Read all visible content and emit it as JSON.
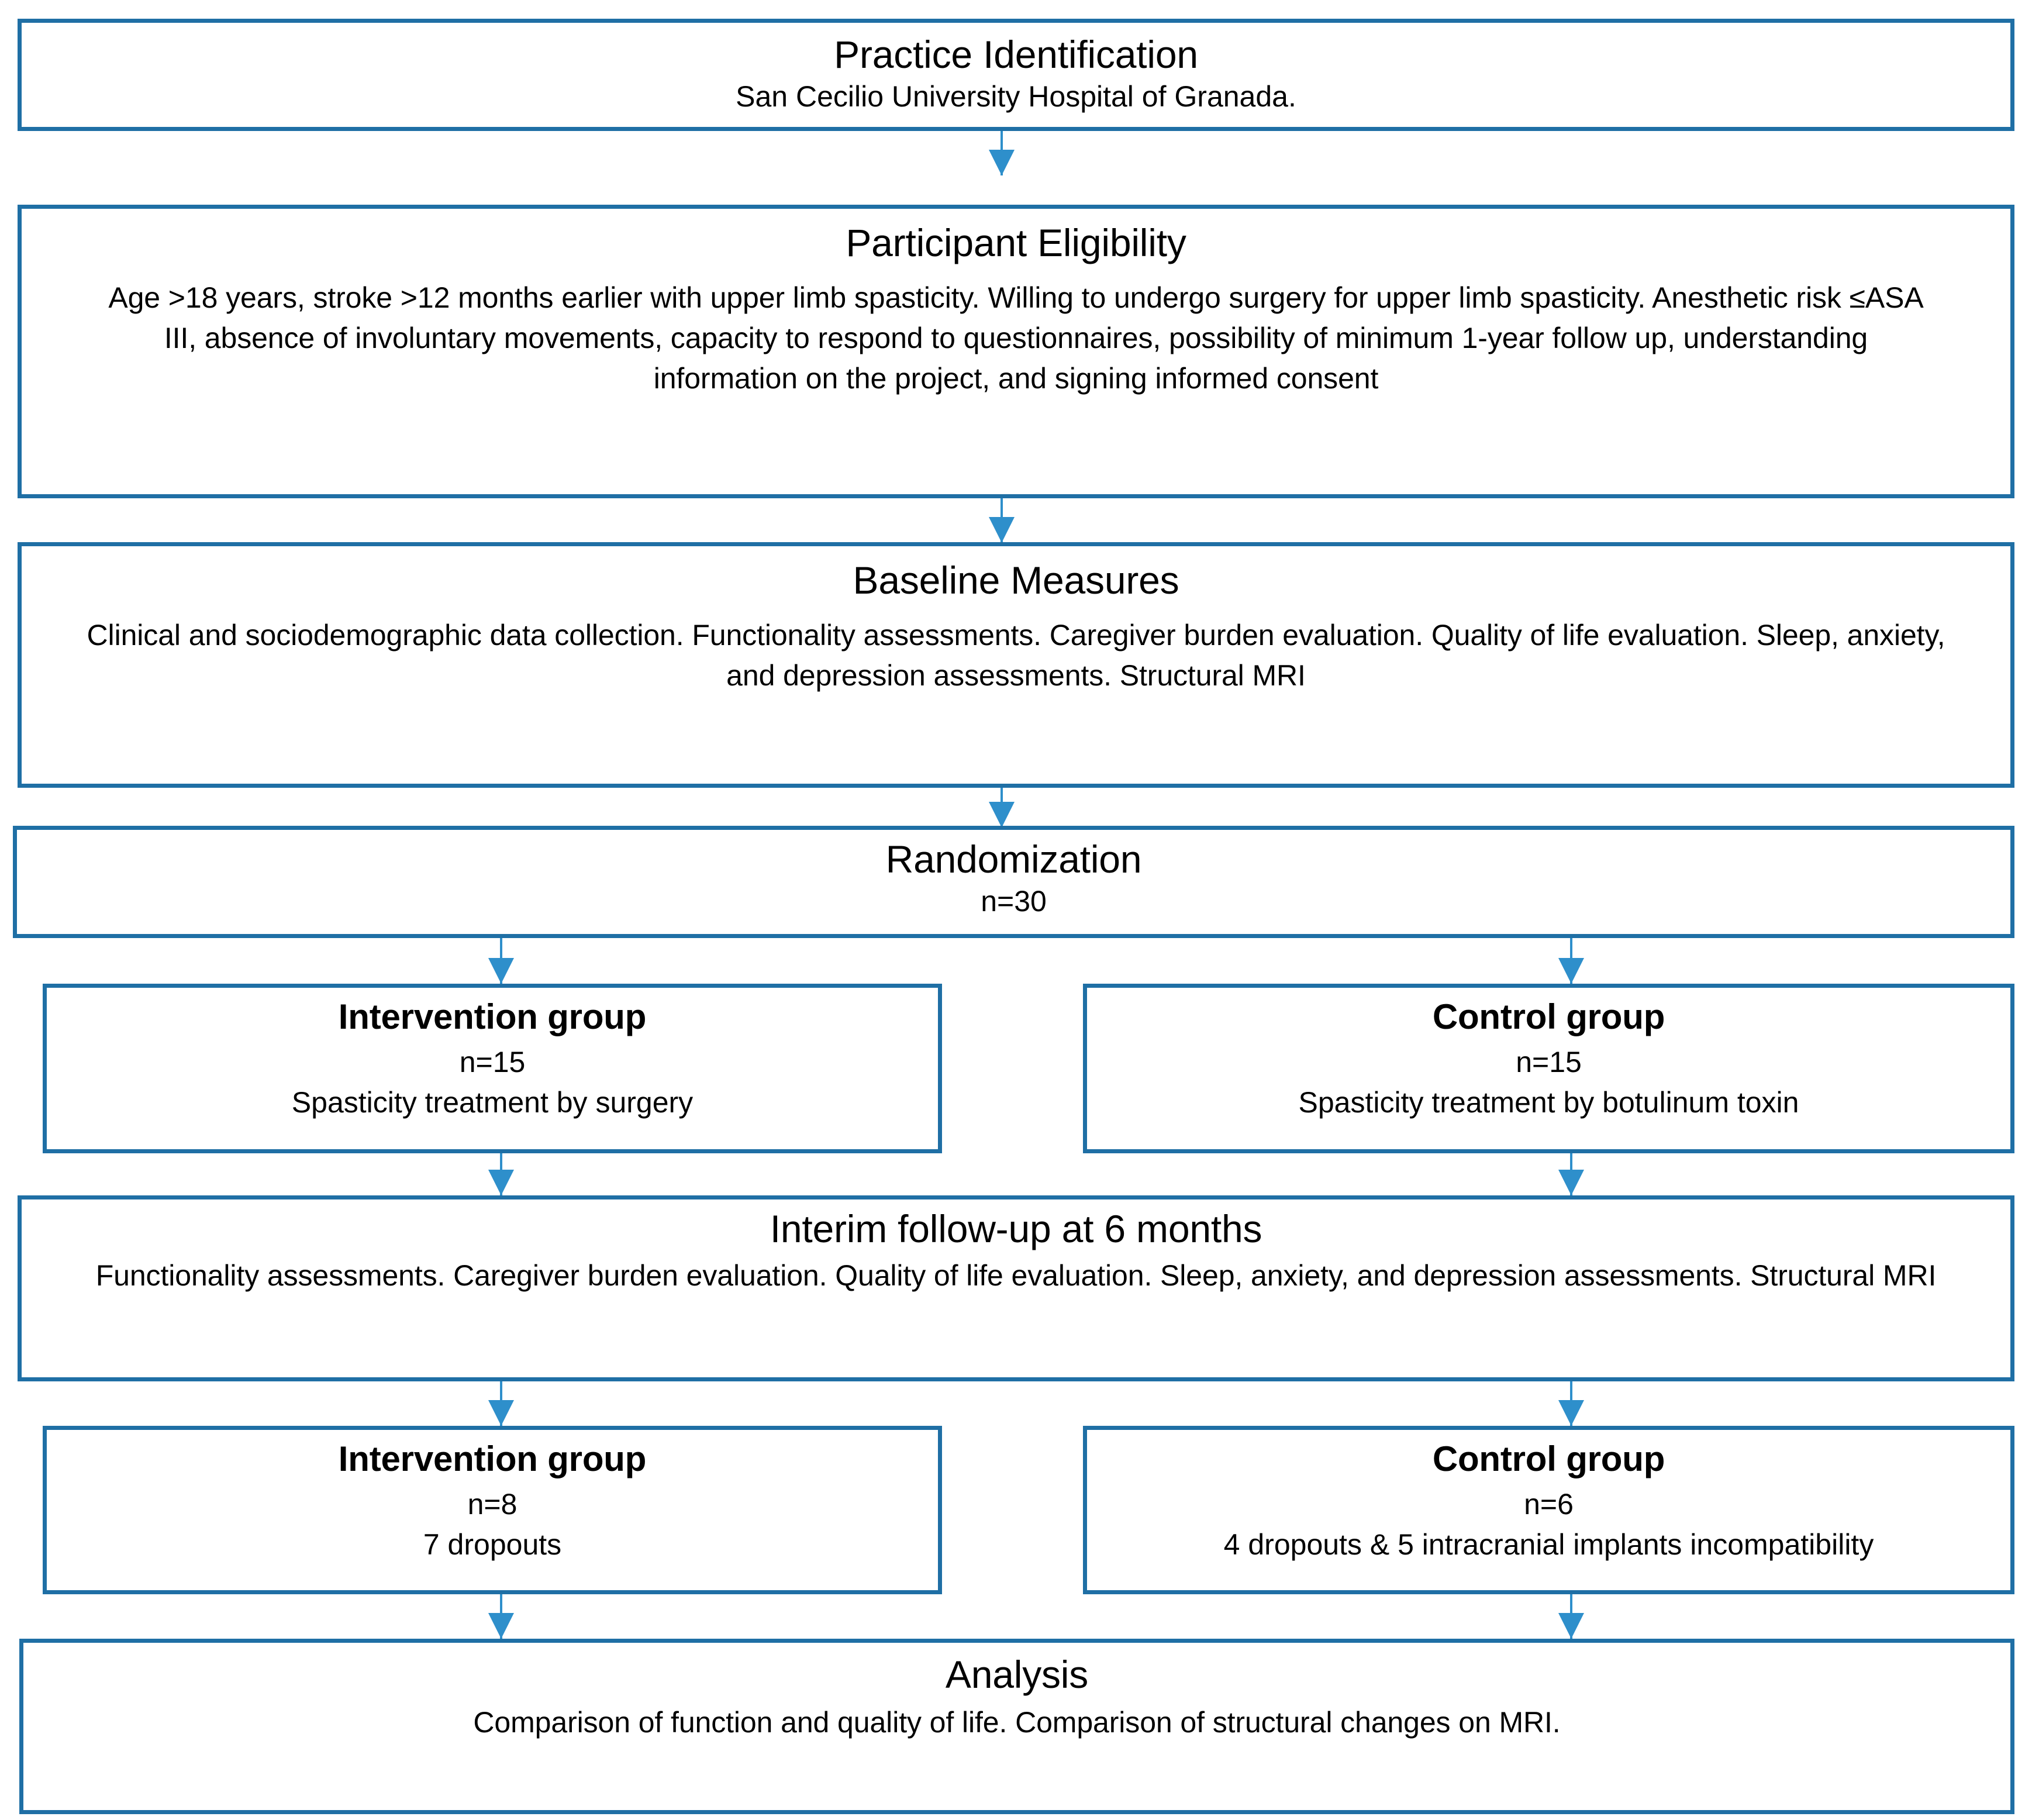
{
  "figure": {
    "kind": "clinical-trial-flowchart",
    "accent_color": "#1F6FA5",
    "arrow_color": "#2E8FCB",
    "text_color": "#000000",
    "background_color": "#FFFFFF"
  },
  "nodes": {
    "practice_identification": {
      "title": "Practice Identification",
      "body": "San Cecilio University Hospital of Granada."
    },
    "participant_eligibility": {
      "title": "Participant Eligibility",
      "body": "Age >18 years, stroke >12 months earlier with upper limb spasticity. Willing to undergo surgery for upper limb spasticity. Anesthetic risk ≤ASA III, absence of involuntary movements, capacity to respond to questionnaires, possibility of minimum 1-year follow up, understanding information on the project, and signing informed consent"
    },
    "baseline_measures": {
      "title": "Baseline Measures",
      "body": "Clinical and sociodemographic data collection. Functionality assessments. Caregiver burden evaluation. Quality of life evaluation. Sleep, anxiety, and depression assessments. Structural MRI"
    },
    "randomization": {
      "title": "Randomization",
      "n": "n=30"
    },
    "intervention_group_1": {
      "title": "Intervention group",
      "n": "n=15",
      "detail": "Spasticity treatment by surgery"
    },
    "control_group_1": {
      "title": "Control group",
      "n": "n=15",
      "detail": "Spasticity treatment by botulinum toxin"
    },
    "interim_followup": {
      "title": "Interim follow-up at 6 months",
      "body": "Functionality assessments. Caregiver burden evaluation. Quality of life evaluation. Sleep, anxiety, and depression assessments. Structural MRI"
    },
    "intervention_group_2": {
      "title": "Intervention group",
      "n": "n=8",
      "detail": "7 dropouts"
    },
    "control_group_2": {
      "title": "Control group",
      "n": "n=6",
      "detail": "4 dropouts & 5 intracranial implants incompatibility"
    },
    "analysis": {
      "title": "Analysis",
      "body": "Comparison of function and quality of life. Comparison of structural changes on MRI."
    }
  }
}
